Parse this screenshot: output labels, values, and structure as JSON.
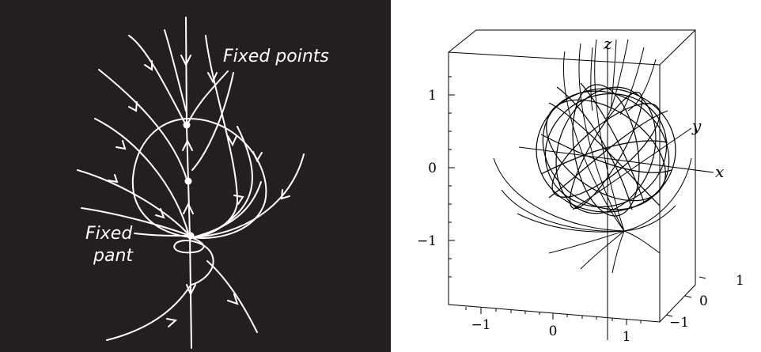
{
  "sketch": {
    "label_fixed_points": "Fixed points",
    "label_fixed_point_line1": "Fixed",
    "label_fixed_point_line2": "pant"
  },
  "plot3d": {
    "axis_labels": {
      "x": "x",
      "y": "y",
      "z": "z"
    },
    "z_ticks": [
      "1",
      "0",
      "−1"
    ],
    "front_ticks": [
      "−1",
      "0",
      "1"
    ],
    "side_ticks": [
      "1",
      "0",
      "−1"
    ]
  }
}
